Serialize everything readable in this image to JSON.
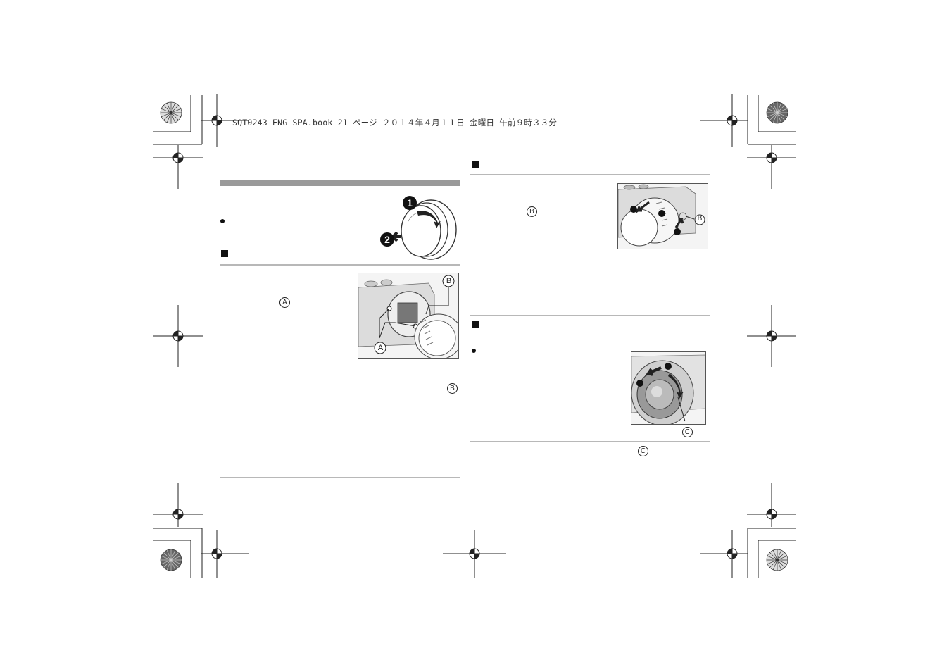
{
  "header": {
    "file_line": "SQT0243_ENG_SPA.book  21 ページ  ２０１４年４月１１日  金曜日  午前９時３３分"
  },
  "callouts": {
    "a": "A",
    "b": "B",
    "c": "C",
    "step1": "1",
    "step2": "2"
  }
}
